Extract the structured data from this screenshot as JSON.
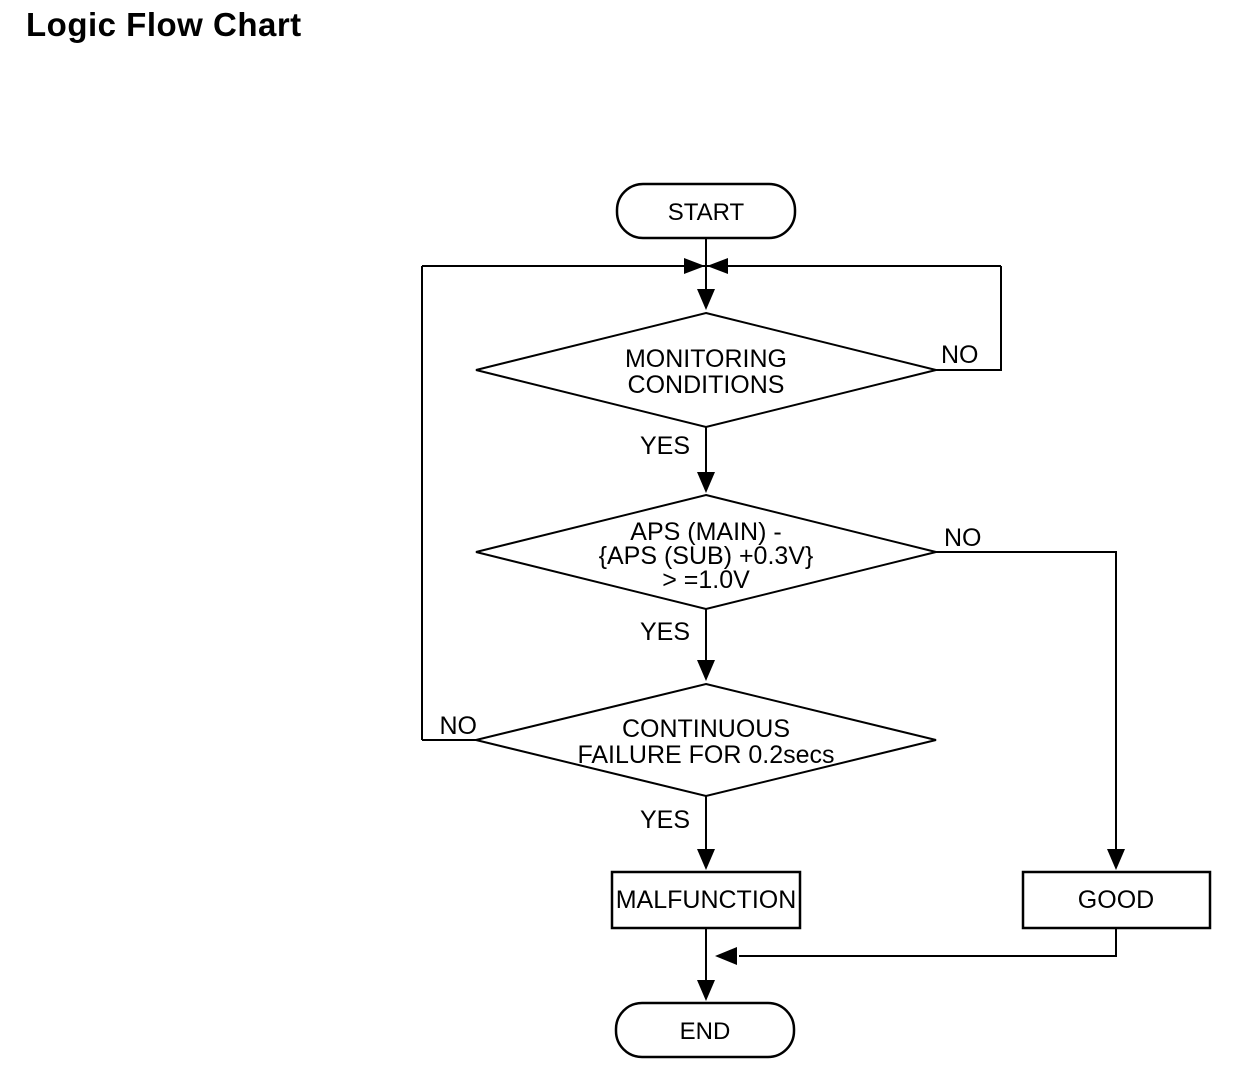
{
  "title": "Logic Flow Chart",
  "colors": {
    "ink": "#000000",
    "background": "#ffffff"
  },
  "nodes": {
    "start": {
      "type": "terminator",
      "label": "START"
    },
    "monitoring": {
      "type": "decision",
      "lines": [
        "MONITORING",
        "CONDITIONS"
      ]
    },
    "aps": {
      "type": "decision",
      "lines": [
        "APS (MAIN) -",
        "{APS (SUB) +0.3V}",
        "> =1.0V"
      ]
    },
    "continuous": {
      "type": "decision",
      "lines": [
        "CONTINUOUS",
        "FAILURE FOR 0.2secs"
      ]
    },
    "malfunction": {
      "type": "process",
      "label": "MALFUNCTION"
    },
    "good": {
      "type": "process",
      "label": "GOOD"
    },
    "end": {
      "type": "terminator",
      "label": "END"
    }
  },
  "edge_labels": {
    "monitoring_no": "NO",
    "monitoring_yes": "YES",
    "aps_no": "NO",
    "aps_yes": "YES",
    "continuous_no": "NO",
    "continuous_yes": "YES"
  }
}
